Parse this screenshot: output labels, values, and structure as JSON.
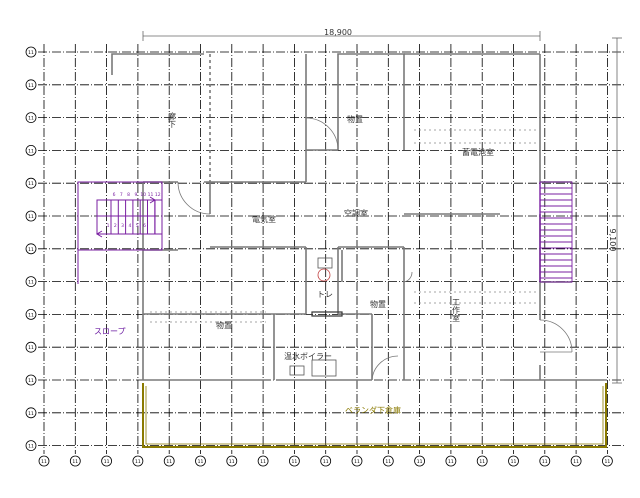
{
  "dimension": "18,900",
  "dimension_side": "9,100",
  "grid": {
    "row_bubbles": [
      "11",
      "11",
      "11",
      "11",
      "11",
      "11",
      "11",
      "11",
      "11",
      "11",
      "11",
      "11",
      "11"
    ],
    "col_bubbles": [
      "11",
      "11",
      "11",
      "11",
      "11",
      "11",
      "11",
      "11",
      "11",
      "11",
      "11",
      "11",
      "11",
      "11",
      "11",
      "11",
      "11",
      "11",
      "11"
    ]
  },
  "rooms": {
    "corridor": "廊下",
    "storage_top": "物置",
    "storage_room": "蓄電池室",
    "electrical_room": "電気室",
    "air_conditioning_room": "空調室",
    "workshop": "工作室",
    "storage_center": "物置",
    "storage_left": "物置",
    "toilet": "トレ",
    "boiler": "温水ボイラー",
    "slope": "スロープ",
    "veranda": "ベランダ下倉庫"
  },
  "stair": {
    "top_steps": [
      "1",
      "2",
      "3",
      "4",
      "5",
      "6",
      "7",
      "8",
      "9",
      "10",
      "11",
      "12"
    ],
    "bottom_steps": [
      "1",
      "2",
      "3",
      "4",
      "5",
      "6"
    ]
  },
  "colors": {
    "grid": "#000000",
    "wall": "#7a7a7a",
    "stair": "#7a1fa2",
    "label": "#333333",
    "veranda": "#8a7a00",
    "slope_label": "#6a1aa0"
  }
}
